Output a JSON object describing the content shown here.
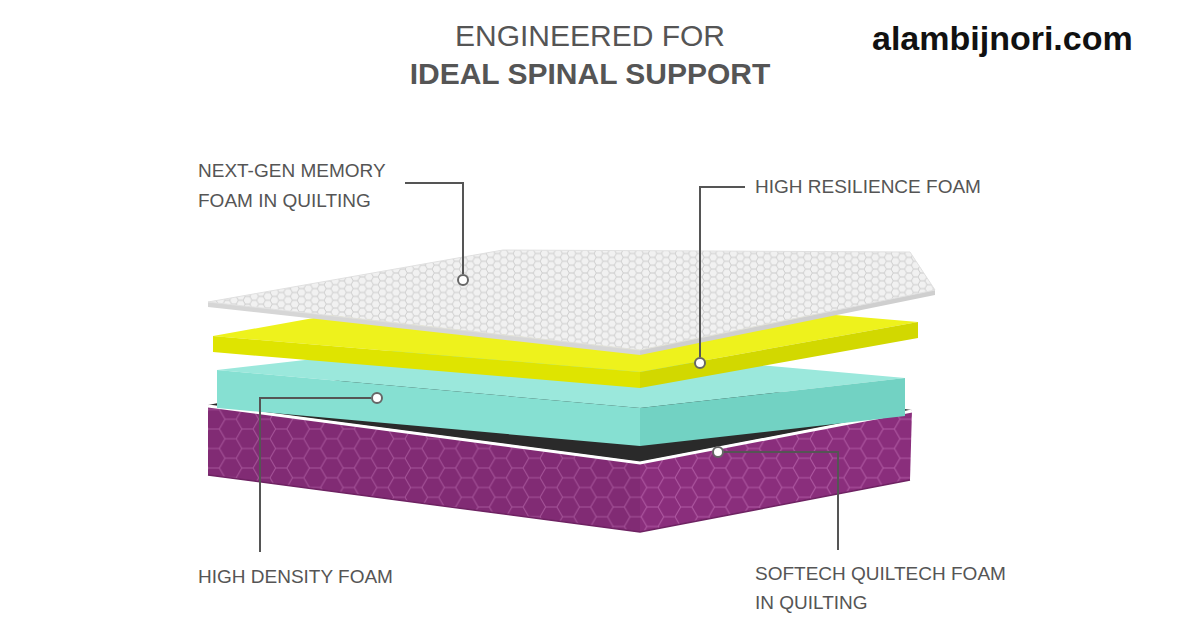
{
  "diagram": {
    "title": "ENGINEERED FOR",
    "labels": [
      "IDEAL SPINAL SUPPORT",
      "alambijnori.com",
      "NEXT-GEN MEMORY FOAM IN QUILTING",
      "HIGH RESILIENCE FOAM",
      "HIGH DENSITY FOAM",
      "SOFTECH QUILTECH FOAM IN QUILTING"
    ]
  }
}
